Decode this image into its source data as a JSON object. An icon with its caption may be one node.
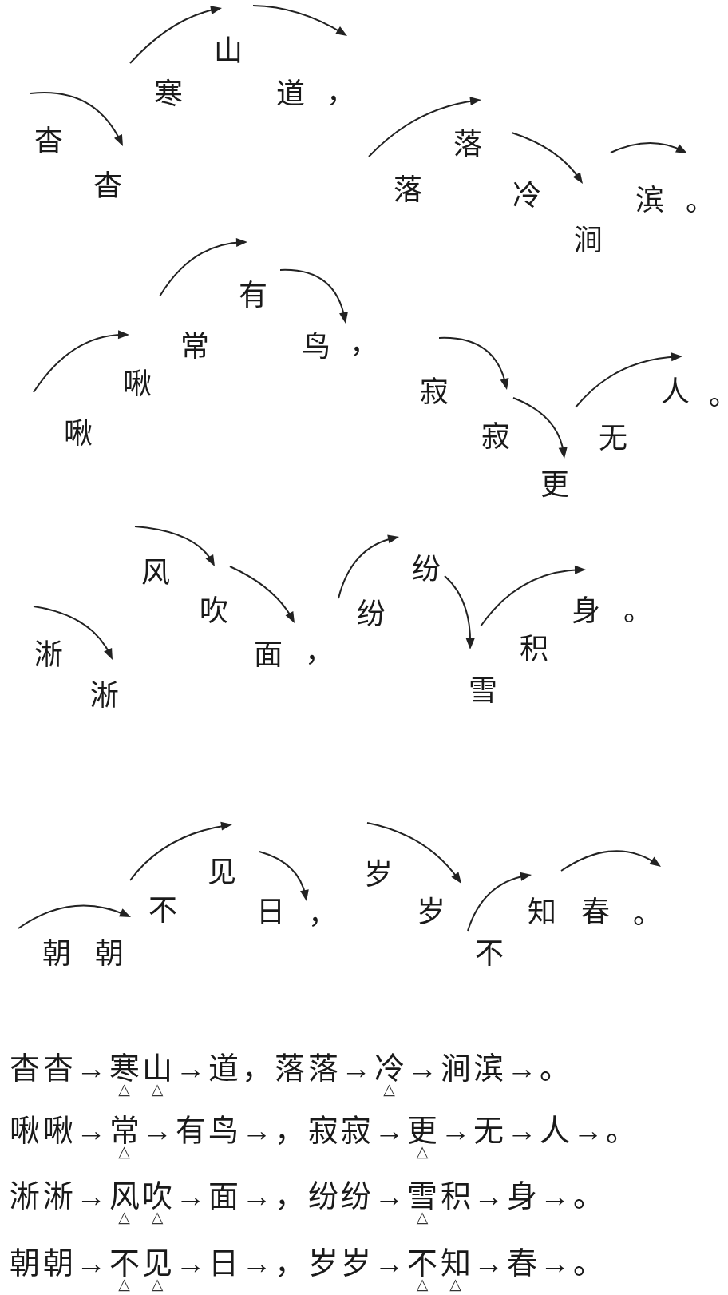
{
  "diagram": {
    "labels": [
      "杳",
      "杳",
      "寒",
      "山",
      "道",
      "，",
      "落",
      "落",
      "冷",
      "涧",
      "滨",
      "。",
      "啾",
      "啾",
      "常",
      "有",
      "鸟",
      "，",
      "寂",
      "寂",
      "更",
      "无",
      "人",
      "。",
      "淅",
      "淅",
      "风",
      "吹",
      "面",
      "，",
      "纷",
      "纷",
      "雪",
      "积",
      "身",
      "。",
      "朝",
      "朝",
      "不",
      "见",
      "日",
      "，",
      "岁",
      "岁",
      "不",
      "知",
      "春",
      "。",
      "杳杳→寒山→道，落落→冷→涧滨→。",
      "△",
      "△",
      "△",
      "啾啾→常→有鸟→，寂寂→更→无→人→。",
      "△",
      "△",
      "淅淅→风吹→面→，纷纷→雪积→身→。",
      "△",
      "△",
      "△",
      "朝朝→不见→日→，岁岁→不知→春→。",
      "△",
      "△",
      "△",
      "△"
    ]
  }
}
